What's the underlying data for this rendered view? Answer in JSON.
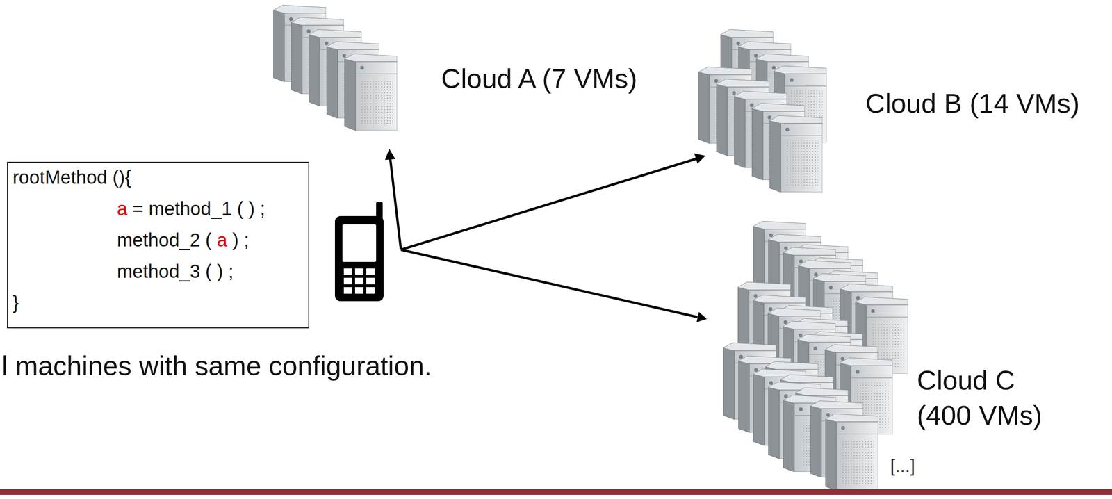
{
  "diagram": {
    "nodes": [
      {
        "text": [
          "rootMethod (){",
          "a = method_1 ( ) ;",
          "method_2 ( a ) ;",
          "method_3 ( ) ;",
          "}"
        ]
      },
      {
        "text": [
          "Cloud A (7 VMs)"
        ]
      },
      {
        "text": [
          "Cloud B (14 VMs)"
        ]
      },
      {
        "text": [
          "Cloud C (400 VMs)",
          "[...]"
        ]
      }
    ],
    "labels": [
      "l machines with same configuration."
    ]
  }
}
